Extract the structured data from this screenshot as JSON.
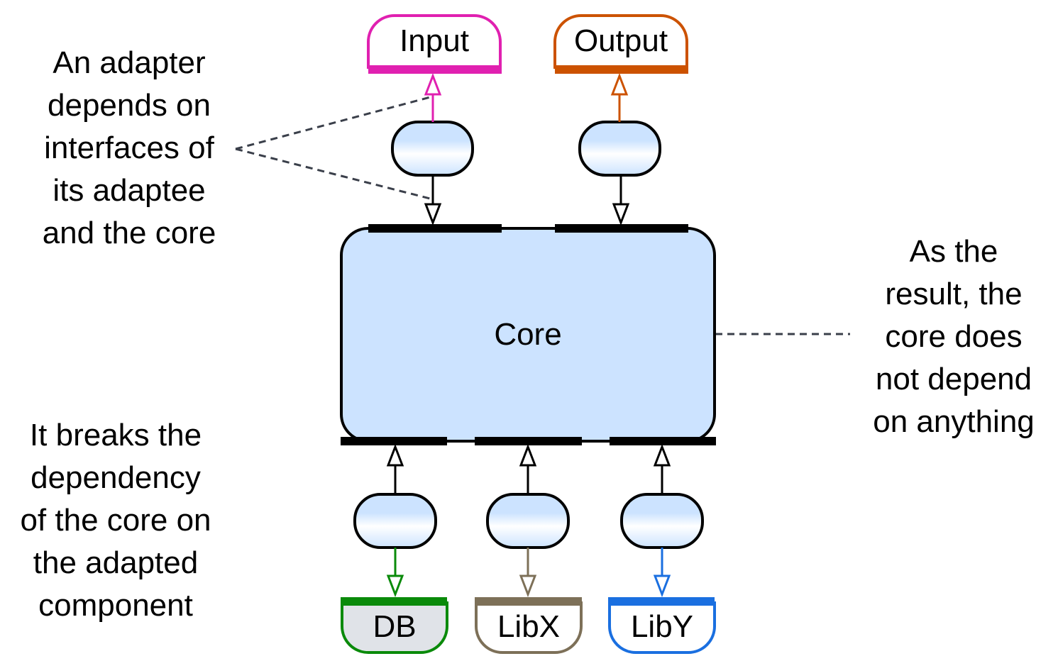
{
  "core": {
    "label": "Core"
  },
  "ports": {
    "input": {
      "label": "Input",
      "color": "#e020b0"
    },
    "output": {
      "label": "Output",
      "color": "#cc5200"
    },
    "db": {
      "label": "DB",
      "color": "#0a8a0a",
      "fill": "#e0e3e8"
    },
    "libx": {
      "label": "LibX",
      "color": "#7d7058"
    },
    "liby": {
      "label": "LibY",
      "color": "#1a6fe0"
    }
  },
  "notes": {
    "adapter": [
      "An adapter",
      "depends on",
      "interfaces of",
      "its adaptee",
      "and the core"
    ],
    "breaks": [
      "It breaks the",
      "dependency",
      "of the core on",
      "the adapted",
      "component"
    ],
    "result": [
      "As the",
      "result, the",
      "core does",
      "not depend",
      "on anything"
    ]
  },
  "colors": {
    "core_fill": "#cce3ff",
    "adapter_top": "#cce3ff"
  }
}
